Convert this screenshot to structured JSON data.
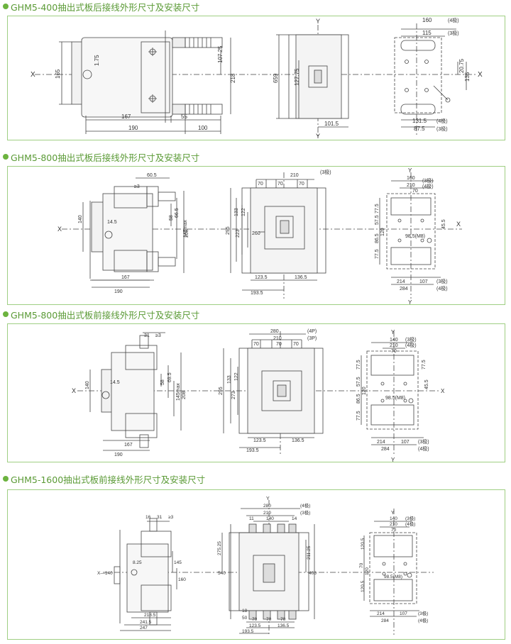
{
  "colors": {
    "accent": "#6cb33f",
    "title": "#5a9a35",
    "frame": "#9fcf83",
    "line": "#444444",
    "fill": "#f1f1f1"
  },
  "sections": [
    {
      "title": "GHM5-400抽出式板后接线外形尺寸及安装尺寸",
      "labels": {
        "axis_x_left": "X",
        "axis_x_right": "X",
        "axis_y_top": "Y",
        "axis_y_bottom": "Y",
        "d165": "165",
        "d1_75": "1.75",
        "d107_25": "107.25",
        "d218": "218",
        "d167": "167",
        "d55": "55",
        "d190": "190",
        "d100": "100",
        "d659": "659",
        "d127_75": "127.75",
        "d101_5": "101.5",
        "d160": "160",
        "d115": "115",
        "note4a": "(4极)",
        "note3a": "(3极)",
        "d20_75": "20.75",
        "d135": "135",
        "d131_5": "131.5",
        "d87_5": "87.5",
        "note4b": "(4极)",
        "note3b": "(3极)"
      }
    },
    {
      "title": "GHM5-800抽出式板后接线外形尺寸及安装尺寸",
      "labels": {
        "axis_x": "X",
        "axis_x2": "X",
        "axis_y_top": "Y",
        "axis_y_bottom": "Y",
        "d60_5": "60.5",
        "d_ge3": "≥3",
        "d140": "140",
        "d14_5": "14.5",
        "d58": "58",
        "d66_5": "66.5",
        "d145max": "145max",
        "d208": "208",
        "d167": "167",
        "d190": "190",
        "d210": "210",
        "note3": "(3极)",
        "d70a": "70",
        "d70b": "70",
        "d70c": "70",
        "d295": "295",
        "d133": "133",
        "d122": "122",
        "d223": "223",
        "d260": "260",
        "d123_5": "123.5",
        "d136_5": "136.5",
        "d193_5": "193.5",
        "d160": "160",
        "d210b": "210",
        "d70d": "70",
        "note3b": "(3极)",
        "note4b": "(4极)",
        "d77_5a": "77.5",
        "d57_5": "57.5",
        "d120": "120",
        "d86_5": "86.5",
        "d77_5b": "77.5",
        "d45_5": "45.5",
        "d98_5": "98.5(M8)",
        "d214": "214",
        "d107": "107",
        "d284": "284",
        "note3c": "(3极)",
        "note4c": "(4极)"
      }
    },
    {
      "title": "GHM5-800抽出式板前接线外形尺寸及安装尺寸",
      "labels": {
        "axis_x": "X",
        "axis_x2": "X",
        "axis_y_top": "Y",
        "axis_y_bottom": "Y",
        "d31": "31",
        "d_ge3": "≥3",
        "d140": "140",
        "d14_5": "14.5",
        "d58": "58",
        "d69_5": "69.5",
        "d145max": "145max",
        "d208": "208",
        "d167": "167",
        "d190": "190",
        "d280": "280",
        "note4p": "(4P)",
        "note3p": "(3P)",
        "d210": "210",
        "d70a": "70",
        "d70b": "70",
        "d70c": "70",
        "d295": "295",
        "d133": "133",
        "d122": "122",
        "d273": "273",
        "d123_5": "123.5",
        "d136_5": "136.5",
        "d193_5": "193.5",
        "d140b": "140",
        "d210b": "210",
        "d70d": "70",
        "note3b": "(3极)",
        "note4b": "(4极)",
        "d77_5a": "77.5",
        "d57_5": "57.5",
        "d77_5c": "77.5",
        "d120": "120",
        "d86_5": "86.5",
        "d77_5b": "77.5",
        "d45_5": "45.5",
        "d98_5": "98.5(M8)",
        "d214": "214",
        "d107": "107",
        "d284": "284",
        "note3c": "(3极)",
        "note4c": "(4极)"
      }
    },
    {
      "title": "GHM5-1600抽出式板前接线外形尺寸及安装尺寸",
      "labels": {
        "axis_x140": "X—140",
        "axis_y": "Y",
        "axis_y2": "Y",
        "d16": "16",
        "d31": "31",
        "d_ge3": "≥3",
        "d8_25": "8.25",
        "d145": "145",
        "d160": "160",
        "d218_5": "218.5",
        "d241_5": "241.5",
        "d247": "247",
        "d280": "280",
        "d210": "210",
        "d140": "140",
        "note4a": "(4极)",
        "note3a": "(3极)",
        "d11": "11",
        "d14": "14",
        "d275_25": "275.25",
        "d211_25": "211.25",
        "d540": "540",
        "d406": "406",
        "d50": "50",
        "d18": "18",
        "d70a": "70",
        "d70b": "70",
        "d70c": "70",
        "d123_5": "123.5",
        "d136_5": "136.5",
        "d193_5": "193.5",
        "s140": "140",
        "s210": "210",
        "s70": "70",
        "note3b": "(3极)",
        "note4b": "(4极)",
        "s120_5a": "120.5",
        "s70b": "70",
        "s120": "120",
        "s120_5b": "120.5",
        "s98_5": "98.5(M8)",
        "s214": "214",
        "s107": "107",
        "s284": "284",
        "note3c": "(3极)",
        "note4c": "(4极)"
      }
    }
  ]
}
